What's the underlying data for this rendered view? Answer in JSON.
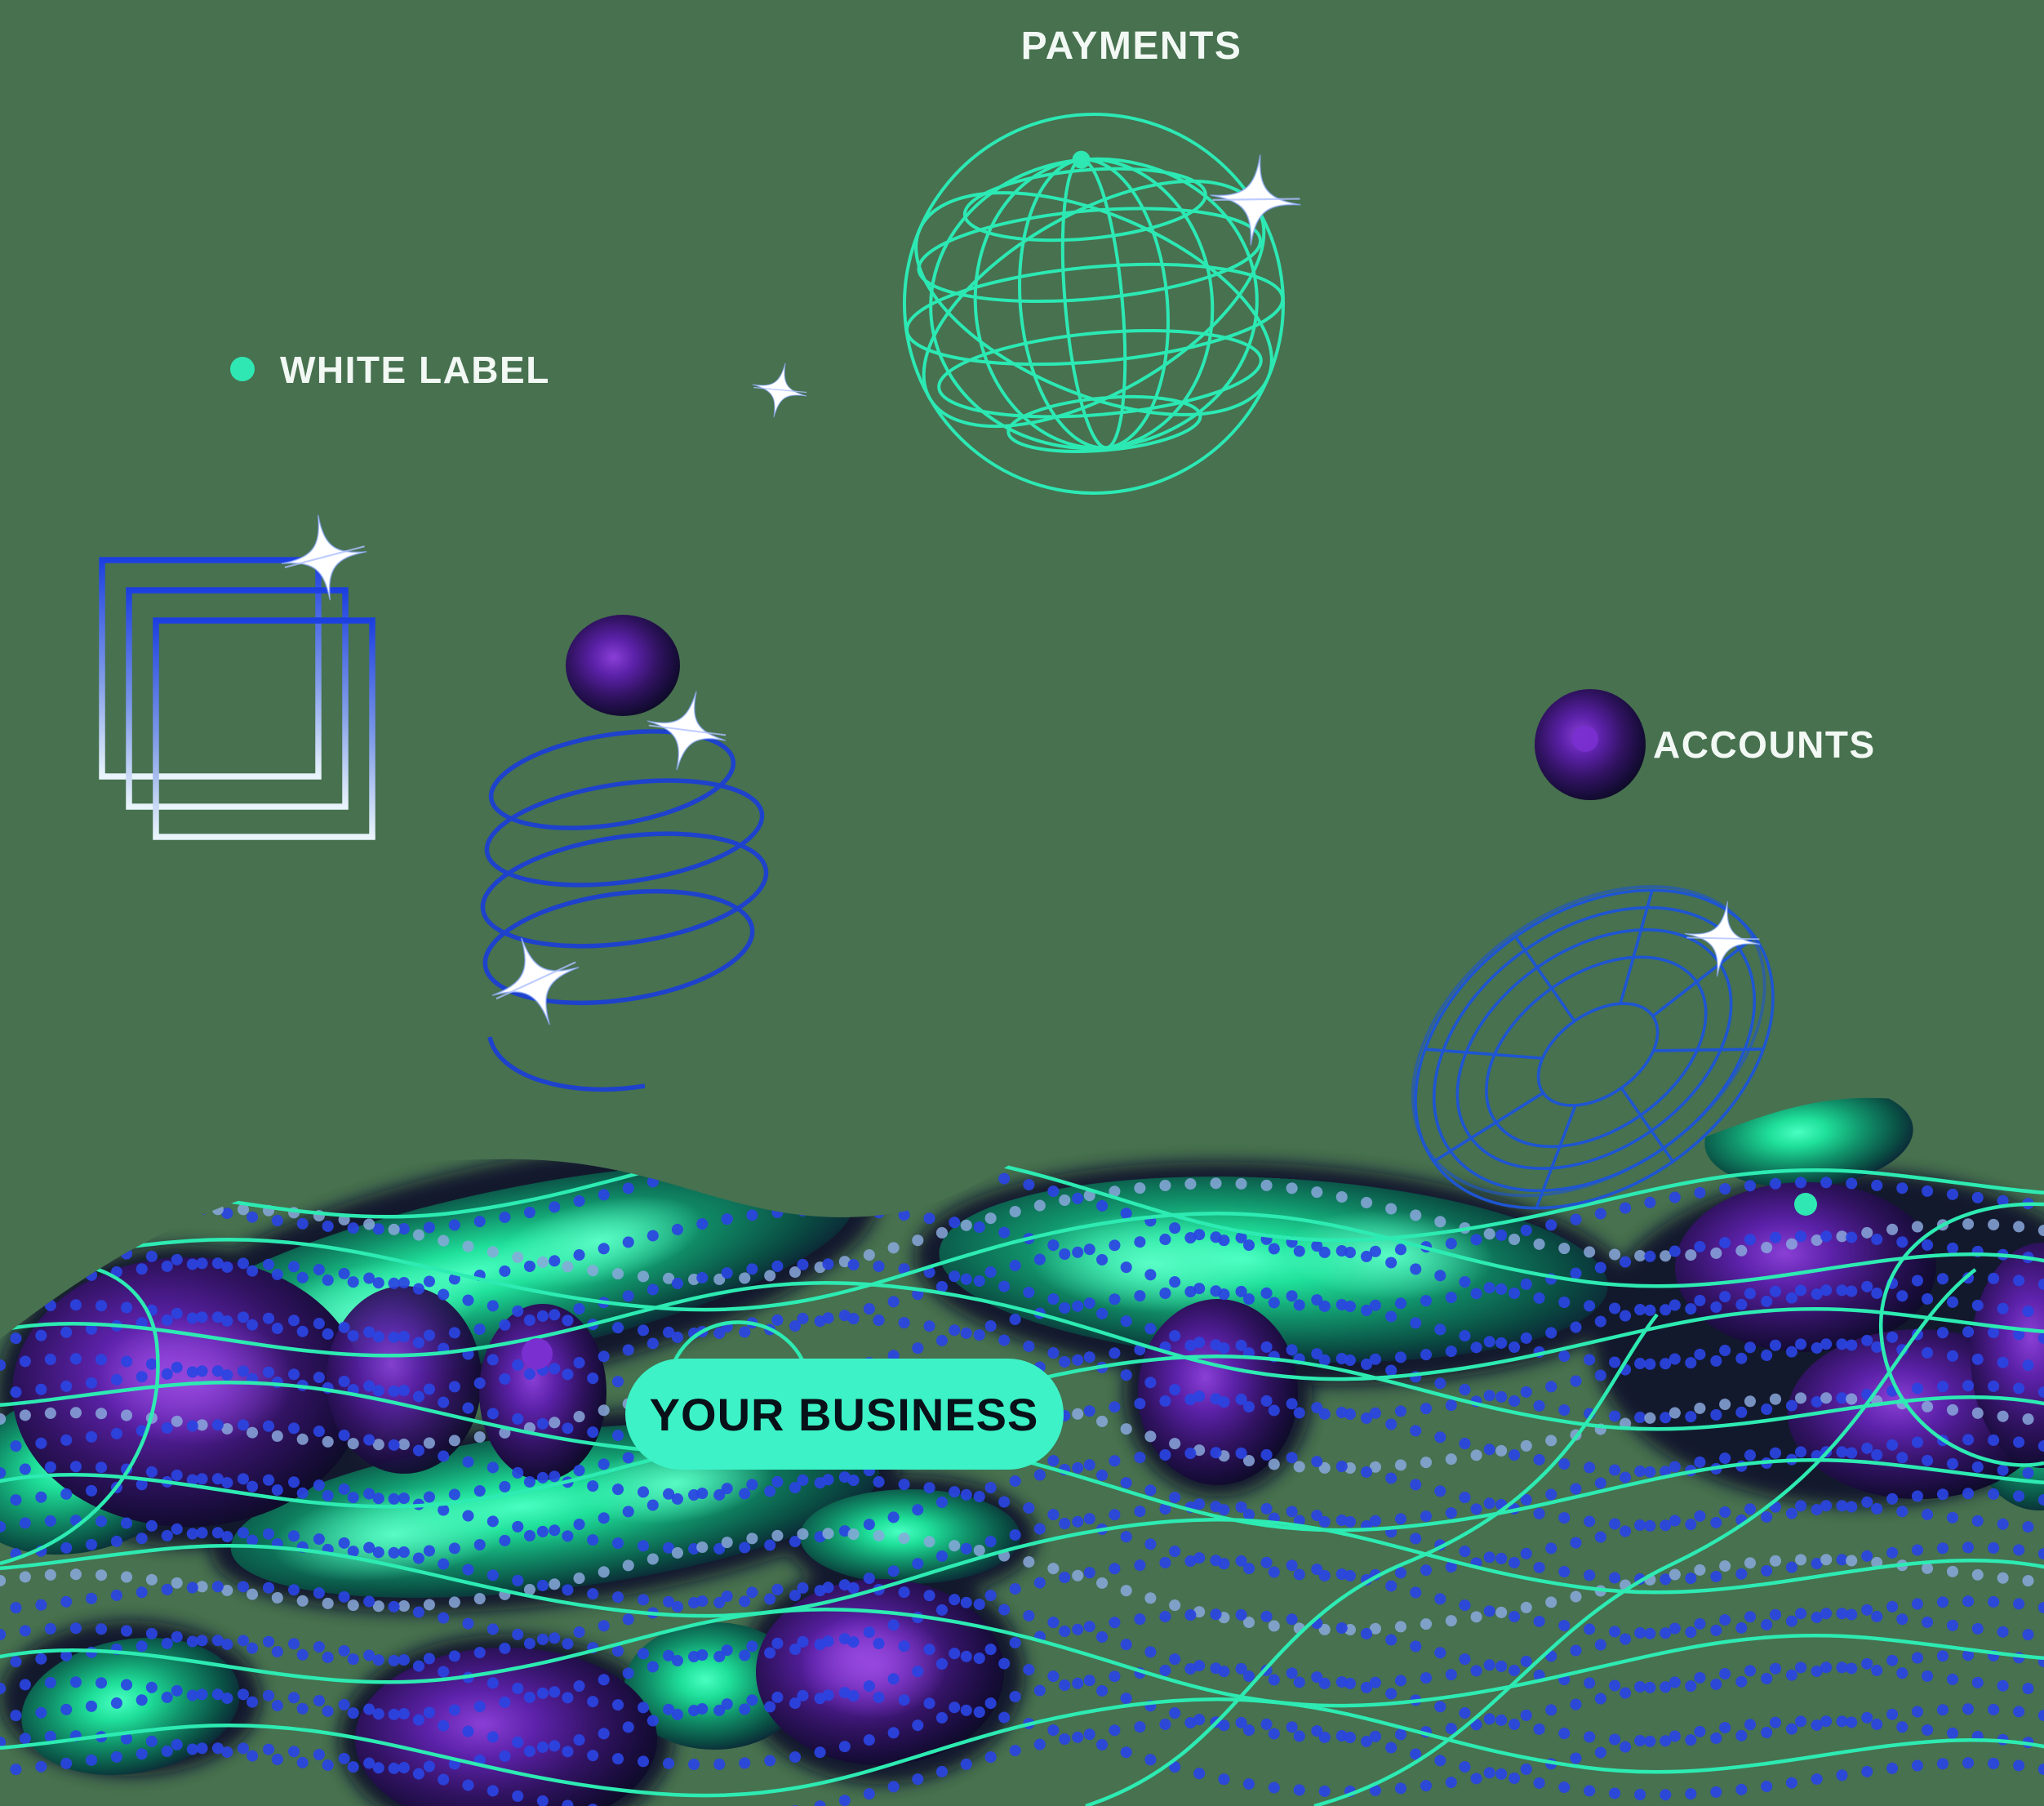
{
  "illustration": {
    "labels": {
      "payments": "PAYMENTS",
      "white_label": "WHITE LABEL",
      "accounts": "ACCOUNTS",
      "your_business": "YOUR BUSINESS"
    },
    "icons": {
      "globe": "wireframe-globe-icon",
      "torus": "wireframe-torus-icon",
      "spiral": "wire-spiral-icon",
      "squares": "nested-squares-icon",
      "sparkle": "four-point-sparkle-icon",
      "node_dot": "node-dot-icon"
    },
    "colors": {
      "background": "#47714f",
      "teal_line": "#2debb2",
      "mint_pill": "#3cf2c6",
      "blue_wire": "#1e55d2",
      "dot_blue": "#2a44e2",
      "dot_light": "#8aa8dc",
      "purple_core": "#8a3fd6",
      "green_core": "#43ffbe",
      "pin_line": "#cdeafc",
      "label_text": "#f2f8f4",
      "pill_text": "#081018"
    }
  }
}
